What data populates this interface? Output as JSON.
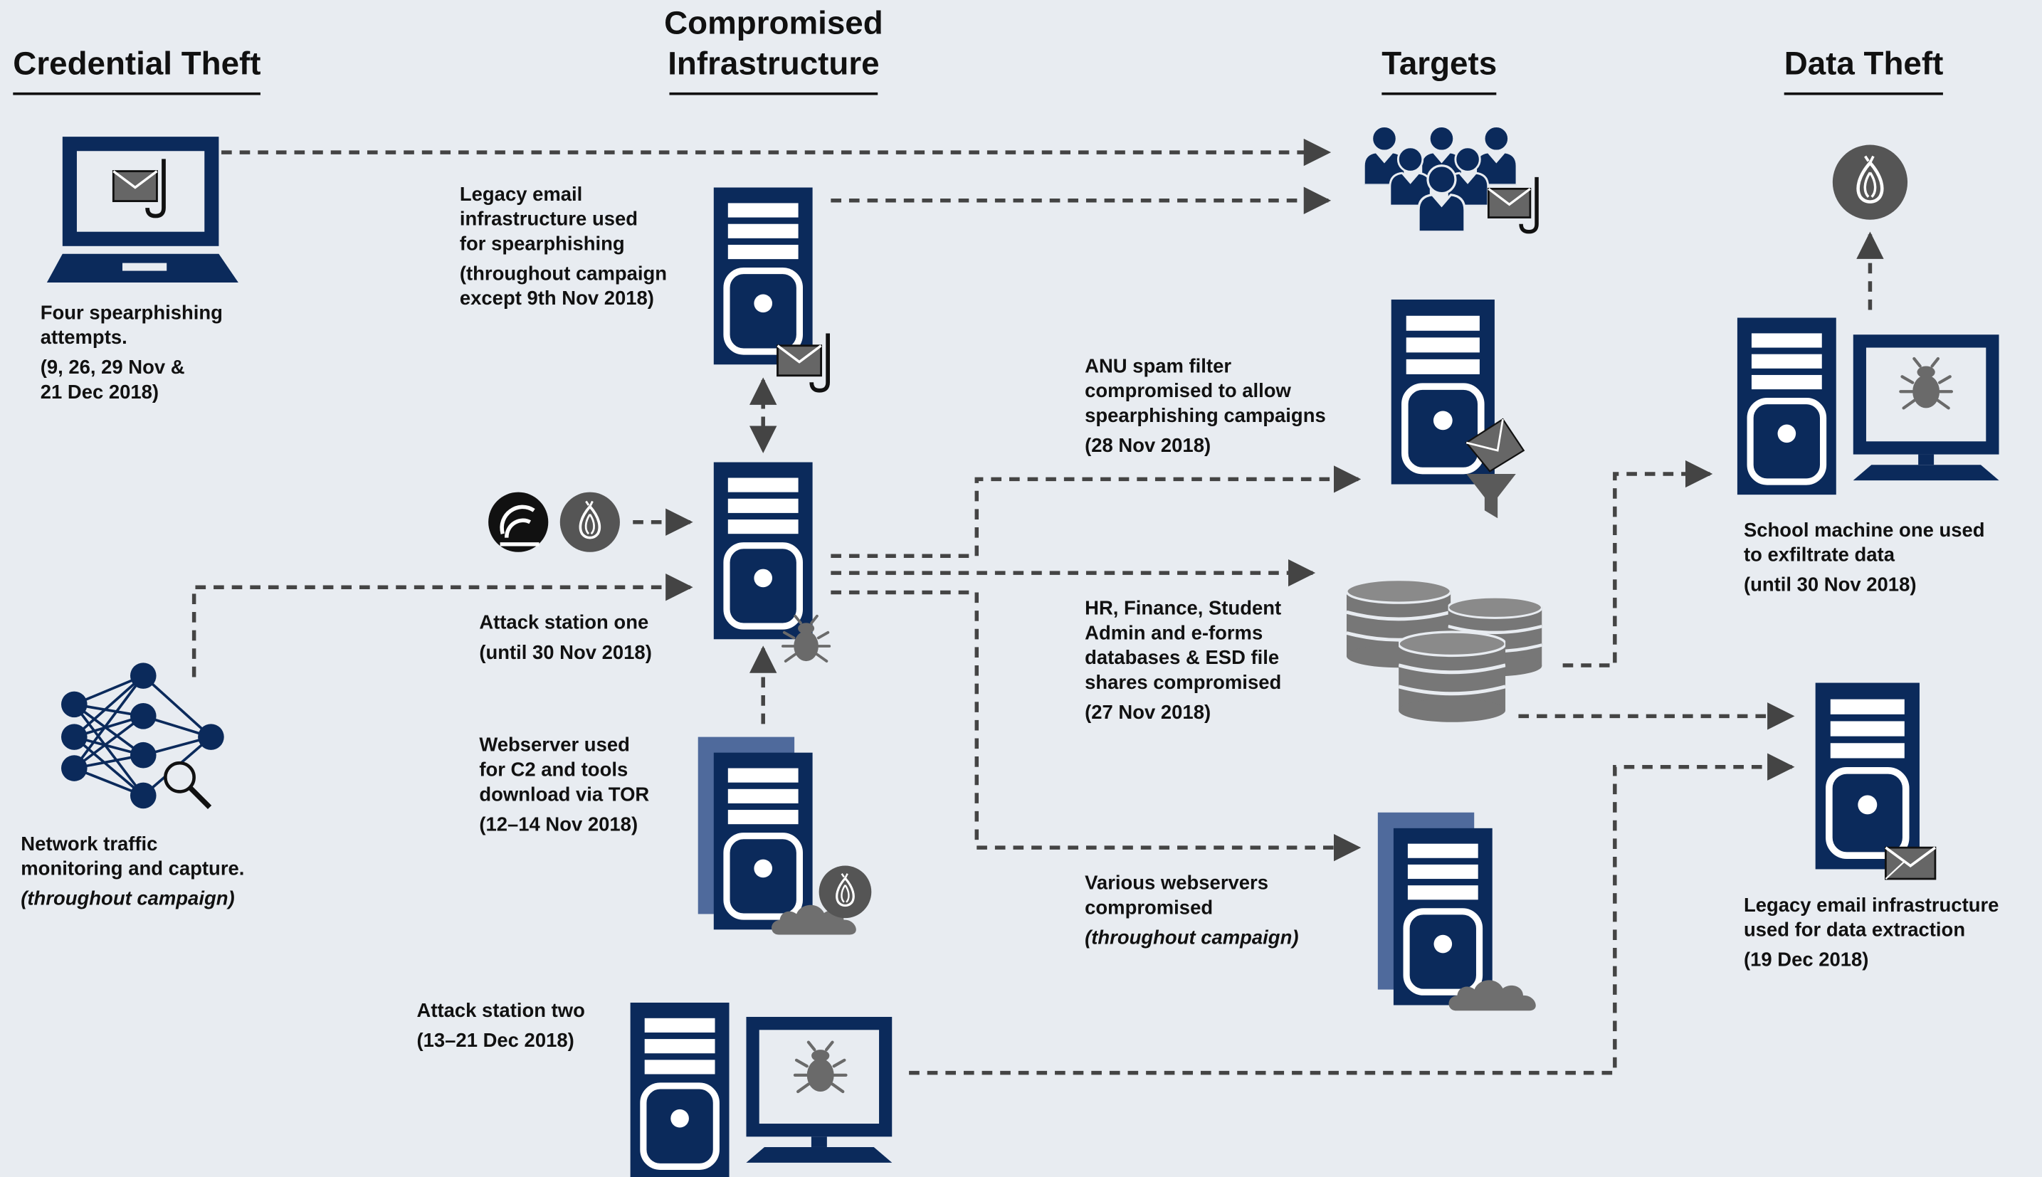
{
  "headings": {
    "credential_theft": "Credential Theft",
    "compromised_infra_line1": "Compromised",
    "compromised_infra_line2": "Infrastructure",
    "targets": "Targets",
    "data_theft": "Data Theft"
  },
  "captions": {
    "spearphishing": {
      "l1": "Four spearphishing",
      "l2": "attempts.",
      "d1": "(9, 26, 29 Nov &",
      "d2": "21 Dec 2018)"
    },
    "legacy_email_spear": {
      "l1": "Legacy email",
      "l2": "infrastructure used",
      "l3": "for spearphishing",
      "d1": "(throughout campaign",
      "d2": "except 9th Nov 2018)"
    },
    "attack_station_one": {
      "l1": "Attack station one",
      "d1": "(until 30 Nov 2018)"
    },
    "webserver_c2": {
      "l1": "Webserver used",
      "l2": "for C2 and tools",
      "l3": "download via TOR",
      "d1": "(12–14 Nov 2018)"
    },
    "attack_station_two": {
      "l1": "Attack station two",
      "d1": "(13–21 Dec 2018)"
    },
    "network_traffic": {
      "l1": "Network traffic",
      "l2": "monitoring and capture.",
      "d1": "(throughout campaign)"
    },
    "spam_filter": {
      "l1": "ANU spam filter",
      "l2": "compromised to allow",
      "l3": "spearphishing campaigns",
      "d1": "(28 Nov 2018)"
    },
    "databases": {
      "l1": "HR, Finance, Student",
      "l2": "Admin and e-forms",
      "l3": "databases & ESD file",
      "l4": "shares compromised",
      "d1": "(27 Nov 2018)"
    },
    "webservers": {
      "l1": "Various webservers",
      "l2": "compromised",
      "d1": "(throughout campaign)"
    },
    "school_machine": {
      "l1": "School machine one used",
      "l2": "to exfiltrate data",
      "d1": "(until 30 Nov 2018)"
    },
    "legacy_email_extract": {
      "l1": "Legacy email infrastructure",
      "l2": "used for data extraction",
      "d1": "(19 Dec 2018)"
    }
  },
  "colors": {
    "navy": "#0b2a5b",
    "server_back": "#4f6a9c",
    "gray_dark": "#555555",
    "gray_mid": "#7a7a7a",
    "line": "#444444",
    "background": "#e8ecf1"
  },
  "icons": [
    "laptop-icon",
    "envelope-hook-icon",
    "server-icon",
    "computer-icon",
    "bug-icon",
    "tor-onion-icon",
    "bittorrent-icon",
    "neural-network-icon",
    "magnifier-icon",
    "people-group-icon",
    "database-icon",
    "funnel-icon",
    "cloud-icon",
    "envelope-icon"
  ]
}
